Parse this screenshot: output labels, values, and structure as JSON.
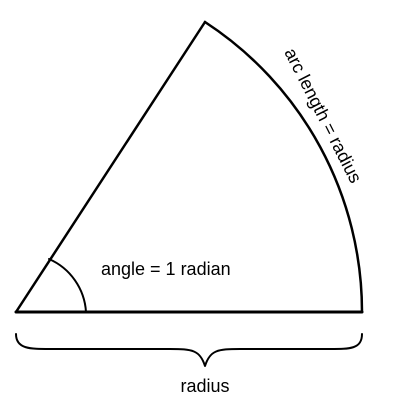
{
  "diagram": {
    "angle_label": "angle = 1 radian",
    "arc_label": "arc length = radius",
    "radius_label": "radius"
  }
}
